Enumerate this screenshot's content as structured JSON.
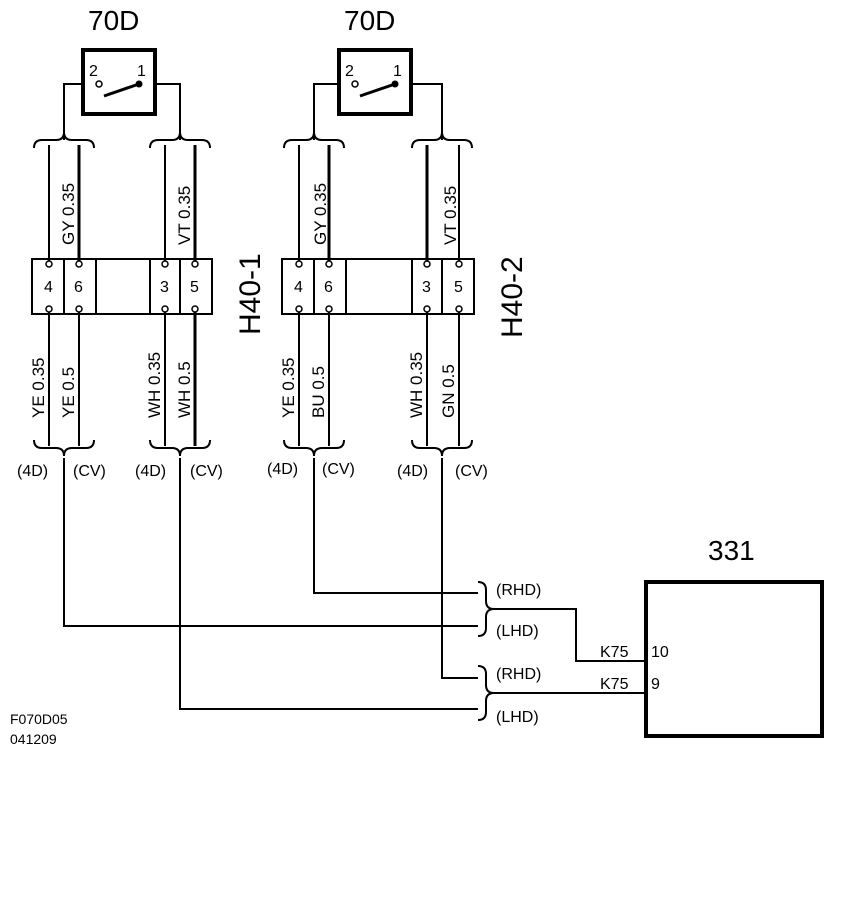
{
  "switches": [
    {
      "label": "70D",
      "pin_left": "2",
      "pin_right": "1"
    },
    {
      "label": "70D",
      "pin_left": "2",
      "pin_right": "1"
    }
  ],
  "connectors": [
    {
      "label": "H40-1",
      "pins": [
        "4",
        "6",
        "3",
        "5"
      ],
      "top_wires": [
        "GY 0.35",
        "VT 0.35"
      ],
      "bottom_wires": [
        "YE 0.35",
        "YE 0.5",
        "WH 0.35",
        "WH 0.5"
      ],
      "variants": [
        "(4D)",
        "(CV)",
        "(4D)",
        "(CV)"
      ]
    },
    {
      "label": "H40-2",
      "pins": [
        "4",
        "6",
        "3",
        "5"
      ],
      "top_wires": [
        "GY 0.35",
        "VT 0.35"
      ],
      "bottom_wires": [
        "YE 0.35",
        "BU 0.5",
        "WH 0.35",
        "GN 0.5"
      ],
      "variants": [
        "(4D)",
        "(CV)",
        "(4D)",
        "(CV)"
      ]
    }
  ],
  "module": {
    "label": "331",
    "pins": [
      {
        "wire": "K75",
        "pin": "10"
      },
      {
        "wire": "K75",
        "pin": "9"
      }
    ]
  },
  "drive_labels": [
    "(RHD)",
    "(LHD)",
    "(RHD)",
    "(LHD)"
  ],
  "figure_code": [
    "F070D05",
    "041209"
  ]
}
